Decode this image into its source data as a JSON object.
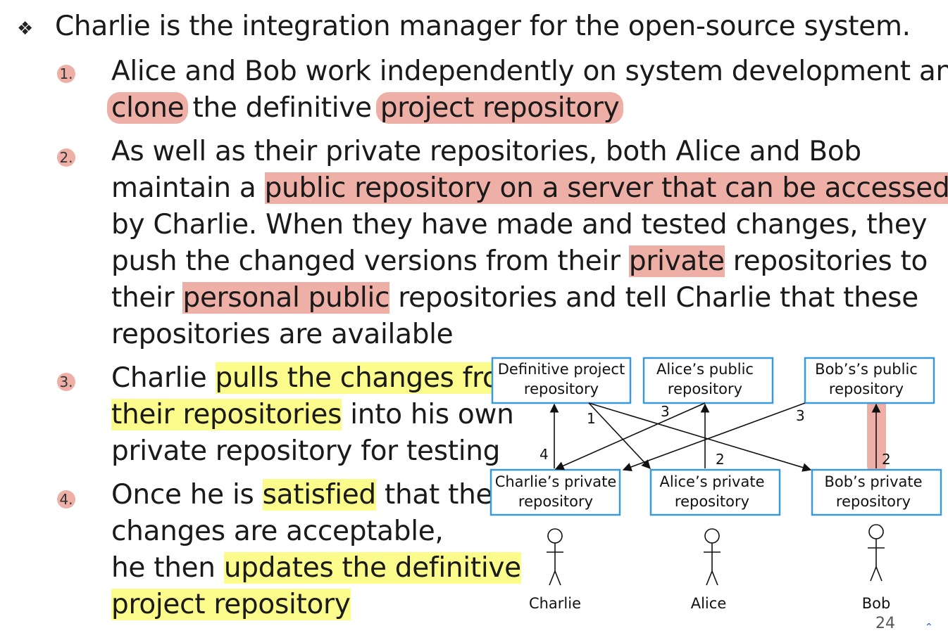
{
  "slide": {
    "title": "Charlie is the integration manager for the open-source system.",
    "page_number": "24",
    "items": [
      {
        "number": "1.",
        "lines": [
          [
            "Alice and Bob work independently on system development and"
          ],
          [
            "clone",
            " the definitive ",
            "project repository"
          ]
        ]
      },
      {
        "number": "2.",
        "lines": [
          [
            "As well as their private repositories, both Alice and Bob"
          ],
          [
            "maintain a ",
            "public repository on a server that can be accessed"
          ],
          [
            "by Charlie. When they have made and tested changes, they"
          ],
          [
            "push the changed versions from their ",
            "private",
            " repositories to"
          ],
          [
            "their ",
            "personal public",
            " repositories and tell Charlie that these"
          ],
          [
            "repositories are available"
          ]
        ]
      },
      {
        "number": "3.",
        "lines": [
          [
            "Charlie ",
            "pulls the changes from"
          ],
          [
            "their repositories",
            " into his own"
          ],
          [
            "private repository for testing"
          ]
        ]
      },
      {
        "number": "4.",
        "lines": [
          [
            "Once he is ",
            "satisfied",
            " that the"
          ],
          [
            "changes are acceptable,"
          ],
          [
            "he then ",
            "updates the definitive"
          ],
          [
            "project repository"
          ]
        ]
      }
    ]
  },
  "diagram": {
    "boxes": {
      "definitive": [
        "Definitive project",
        "repository"
      ],
      "alice_public": [
        "Alice’s public",
        "repository"
      ],
      "bob_public": [
        "Bob’s’s public",
        "repository"
      ],
      "charlie_private": [
        "Charlie’s private",
        "repository"
      ],
      "alice_private": [
        "Alice’s private",
        "repository"
      ],
      "bob_private": [
        "Bob’s private",
        "repository"
      ]
    },
    "edge_labels": {
      "clone": "1",
      "push_alice": "2",
      "push_bob": "2",
      "pull_alice": "3",
      "pull_bob": "3",
      "update": "4"
    },
    "actors": [
      "Charlie",
      "Alice",
      "Bob"
    ],
    "colors": {
      "box_border": "#3a9ad9",
      "highlight_pink": "#eeb0a6",
      "highlight_yellow": "#fcfc8c"
    }
  }
}
